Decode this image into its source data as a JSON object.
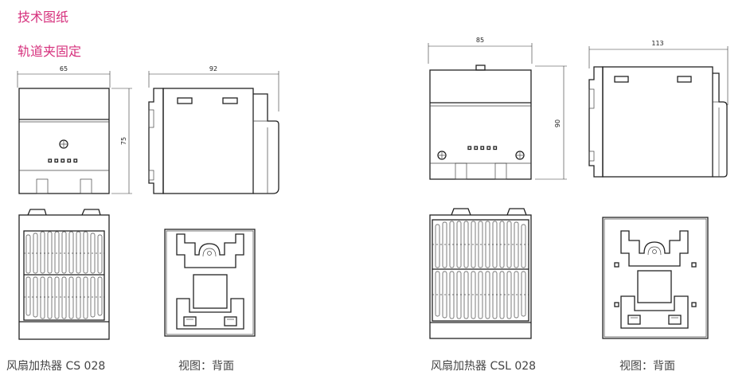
{
  "headings": {
    "technical_drawing": "技术图纸",
    "rail_mount": "轨道夹固定"
  },
  "dimensions": {
    "cs_width": "65",
    "cs_depth": "92",
    "cs_height": "75",
    "csl_width": "85",
    "csl_depth": "113",
    "csl_height": "90"
  },
  "captions": {
    "cs_model": "风扇加热器 CS 028",
    "cs_view": "视图：背面",
    "csl_model": "风扇加热器 CSL 028",
    "csl_view": "视图：背面"
  },
  "colors": {
    "heading": "#d6317d",
    "line": "#222222"
  }
}
